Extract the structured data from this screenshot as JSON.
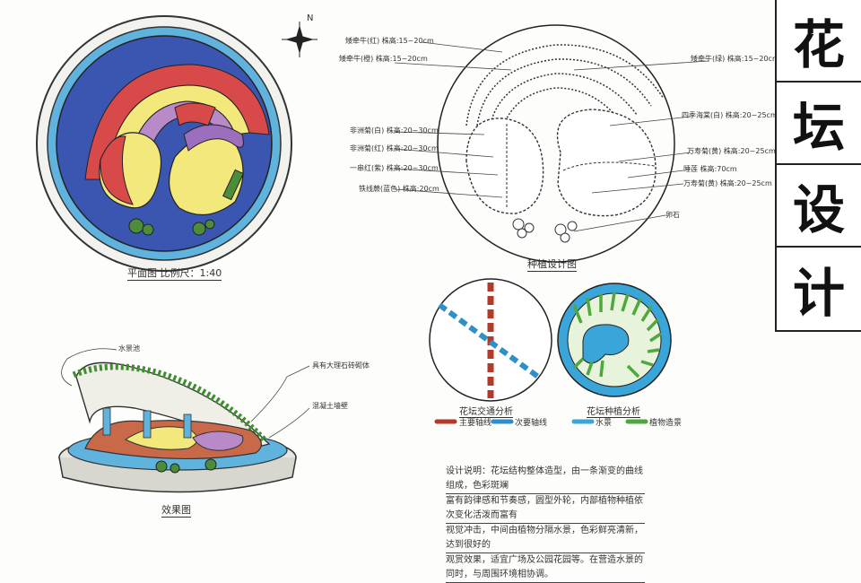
{
  "title_chars": [
    "花",
    "坛",
    "设",
    "计"
  ],
  "north_label": "N",
  "plan_view": {
    "caption": "平面图  比例尺：1:40"
  },
  "planting_plan": {
    "caption": "种植设计图",
    "left_labels": [
      "矮牵牛(红) 株高:15~20cm",
      "矮牵牛(橙) 株高:15~20cm",
      "非洲菊(白) 株高:20~30cm",
      "非洲菊(红) 株高:20~30cm",
      "一串红(紫) 株高:20~30cm",
      "铁线蕨(蓝色) 株高:20cm"
    ],
    "right_labels": [
      "矮牵牛(绿) 株高:15~20cm",
      "四季海棠(白) 株高:20~25cm",
      "万寿菊(黄) 株高:20~25cm",
      "睡莲 株高:70cm",
      "万寿菊(黄) 株高:20~25cm",
      "卵石"
    ]
  },
  "traffic_analysis": {
    "caption": "花坛交通分析",
    "legend": [
      {
        "label": "主要轴线",
        "color": "#b23a2a"
      },
      {
        "label": "次要轴线",
        "color": "#2f8fc8"
      }
    ]
  },
  "plant_analysis": {
    "caption": "花坛种植分析",
    "legend": [
      {
        "label": "水景",
        "color": "#3aa5d8"
      },
      {
        "label": "植物造景",
        "color": "#4fa83d"
      }
    ]
  },
  "perspective": {
    "caption": "效果图",
    "labels": [
      "水景池",
      "具有大理石砖砌体",
      "混凝土墙壁"
    ]
  },
  "design_note": {
    "lines": [
      "设计说明：花坛结构整体造型，由一条渐变的曲线组成，色彩斑斓",
      "富有韵律感和节奏感，圆型外轮，内部植物种植依次变化活泼而富有",
      "视觉冲击，中间由植物分隔水景，色彩鲜亮清新，达到很好的",
      "观赏效果，适宜广场及公园花园等。在营造水景的同时，与周围环境相协调。"
    ]
  }
}
